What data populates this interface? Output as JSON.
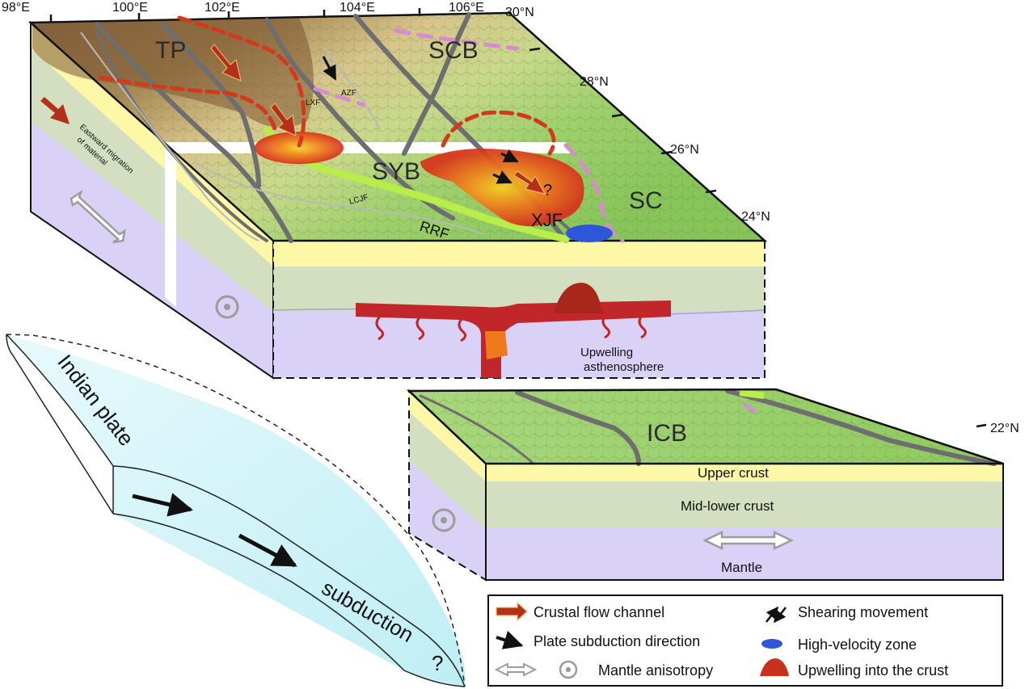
{
  "longitudes": [
    "98°E",
    "100°E",
    "102°E",
    "104°E",
    "106°E"
  ],
  "latitudes": [
    "30°N",
    "28°N",
    "26°N",
    "24°N",
    "22°N"
  ],
  "regions": {
    "tp": "TP",
    "scb": "SCB",
    "syb": "SYB",
    "sc": "SC",
    "icb": "ICB"
  },
  "faults": {
    "lxf": "LXF",
    "azf": "AZF",
    "lcjf": "LCJF",
    "rrf": "RRF",
    "xjf": "XJF"
  },
  "question_mark": "?",
  "side_text": [
    "Eastward migration",
    "of material"
  ],
  "upwelling_label": [
    "Upwelling",
    "asthenosphere"
  ],
  "layers": {
    "upper_crust": "Upper crust",
    "mid_lower_crust": "Mid-lower crust",
    "mantle": "Mantle"
  },
  "plate": {
    "name": "Indian plate",
    "subduction": "subduction",
    "question": "?"
  },
  "legend": {
    "crustal_flow": "Crustal flow channel",
    "plate_direction": "Plate subduction direction",
    "mantle_anisotropy": "Mantle anisotropy",
    "shearing": "Shearing movement",
    "high_velocity": "High-velocity zone",
    "upwelling_crust": "Upwelling into the crust"
  },
  "colors": {
    "upper_crust": "#fdf7a8",
    "mid_lower_crust": "#d3dfc0",
    "mantle": "#d9d2f6",
    "flow_red": "#c8311c",
    "hot": "#e8411c",
    "plate_fill": "#d4f3f8",
    "hv_zone": "#2f55d8",
    "fault": "#6e6e6e",
    "suture_green": "#b9ee4a",
    "boundary_pink": "#d98ad2"
  }
}
